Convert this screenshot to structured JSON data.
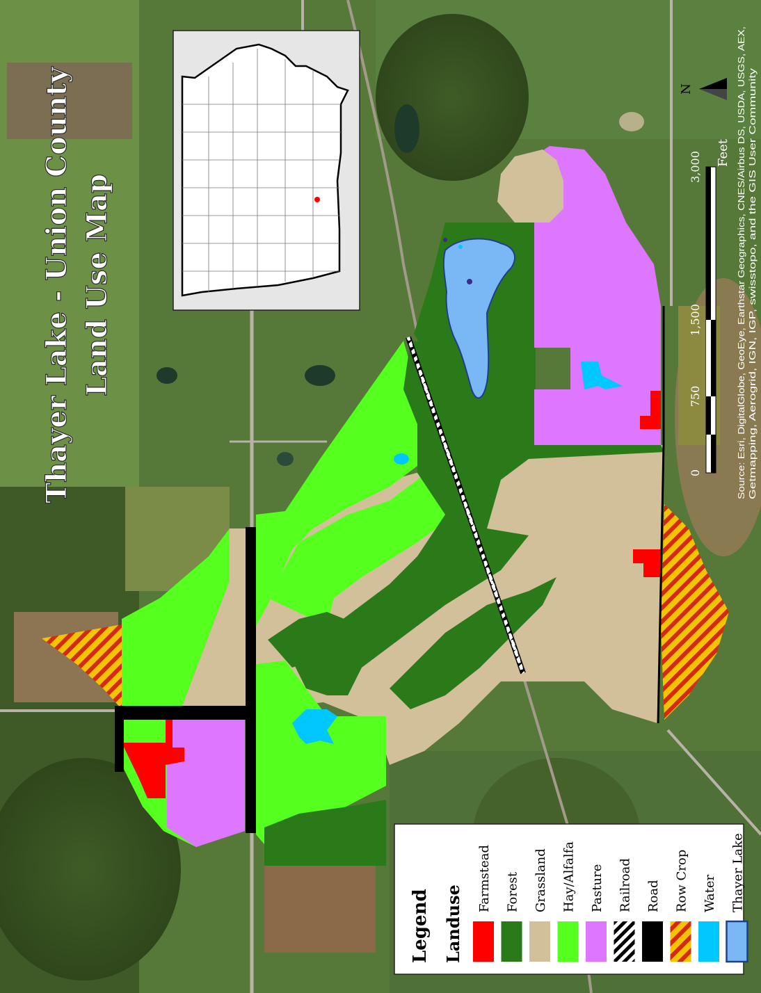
{
  "title": {
    "line1": "Thayer Lake - Union County",
    "line2": "Land Use Map"
  },
  "legend": {
    "heading": "Legend",
    "subheading": "Landuse",
    "items": [
      {
        "label": "Farmstead",
        "color": "#ff0000",
        "pattern": "solid"
      },
      {
        "label": "Forest",
        "color": "#2a7a1a",
        "pattern": "solid"
      },
      {
        "label": "Grassland",
        "color": "#d2c09a",
        "pattern": "solid"
      },
      {
        "label": "Hay/Alfalfa",
        "color": "#55ff1e",
        "pattern": "solid"
      },
      {
        "label": "Pasture",
        "color": "#dd77ff",
        "pattern": "solid"
      },
      {
        "label": "Railroad",
        "color": "#000000",
        "pattern": "hatch-bw"
      },
      {
        "label": "Road",
        "color": "#000000",
        "pattern": "solid"
      },
      {
        "label": "Row Crop",
        "color": "#ff2200",
        "pattern": "hatch-yellow-red"
      },
      {
        "label": "Water",
        "color": "#00c8ff",
        "pattern": "solid"
      },
      {
        "label": "Thayer Lake",
        "color": "#7ab8f5",
        "pattern": "outlined"
      }
    ]
  },
  "scalebar": {
    "ticks": [
      "0",
      "750",
      "1,500",
      "3,000"
    ],
    "unit": "Feet"
  },
  "north_arrow": {
    "label": "N",
    "icon": "north-arrow-icon"
  },
  "source_text": {
    "line1": "Source: Esri, DigitalGlobe, GeoEye, Earthstar Geographics, CNES/Airbus DS, USDA, USGS, AEX,",
    "line2": "Getmapping, Aerogrid, IGN, IGP, swisstopo, and the GIS User Community"
  },
  "inset": {
    "label": "locator-map",
    "marker_color": "#ff0000"
  }
}
